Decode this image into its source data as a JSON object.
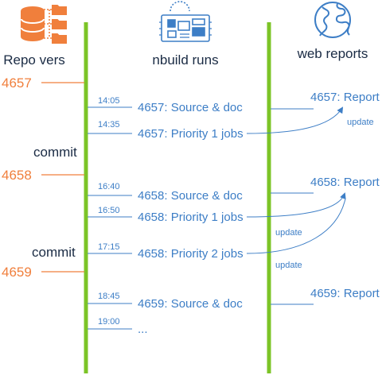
{
  "headers": {
    "repo": "Repo vers",
    "nbuild": "nbuild runs",
    "web": "web reports"
  },
  "versions": [
    "4657",
    "4658",
    "4659"
  ],
  "commits": [
    "commit",
    "commit"
  ],
  "runs": [
    {
      "time": "14:05",
      "label": "4657: Source & doc"
    },
    {
      "time": "14:35",
      "label": "4657: Priority 1 jobs"
    },
    {
      "time": "16:40",
      "label": "4658: Source & doc"
    },
    {
      "time": "16:50",
      "label": "4658: Priority 1 jobs"
    },
    {
      "time": "17:15",
      "label": "4658: Priority 2 jobs"
    },
    {
      "time": "18:45",
      "label": "4659: Source & doc"
    },
    {
      "time": "19:00",
      "label": "..."
    }
  ],
  "reports": [
    "4657: Report",
    "4658: Report",
    "4659: Report"
  ],
  "updates": [
    "update",
    "update",
    "update"
  ],
  "icons": {
    "repo": "database-folders-icon",
    "nbuild": "circuit-board-icon",
    "web": "globe-icon"
  },
  "colors": {
    "orange": "#f07f3c",
    "green": "#7cc427",
    "blue": "#3d7ec6",
    "dark": "#1a2b44"
  }
}
